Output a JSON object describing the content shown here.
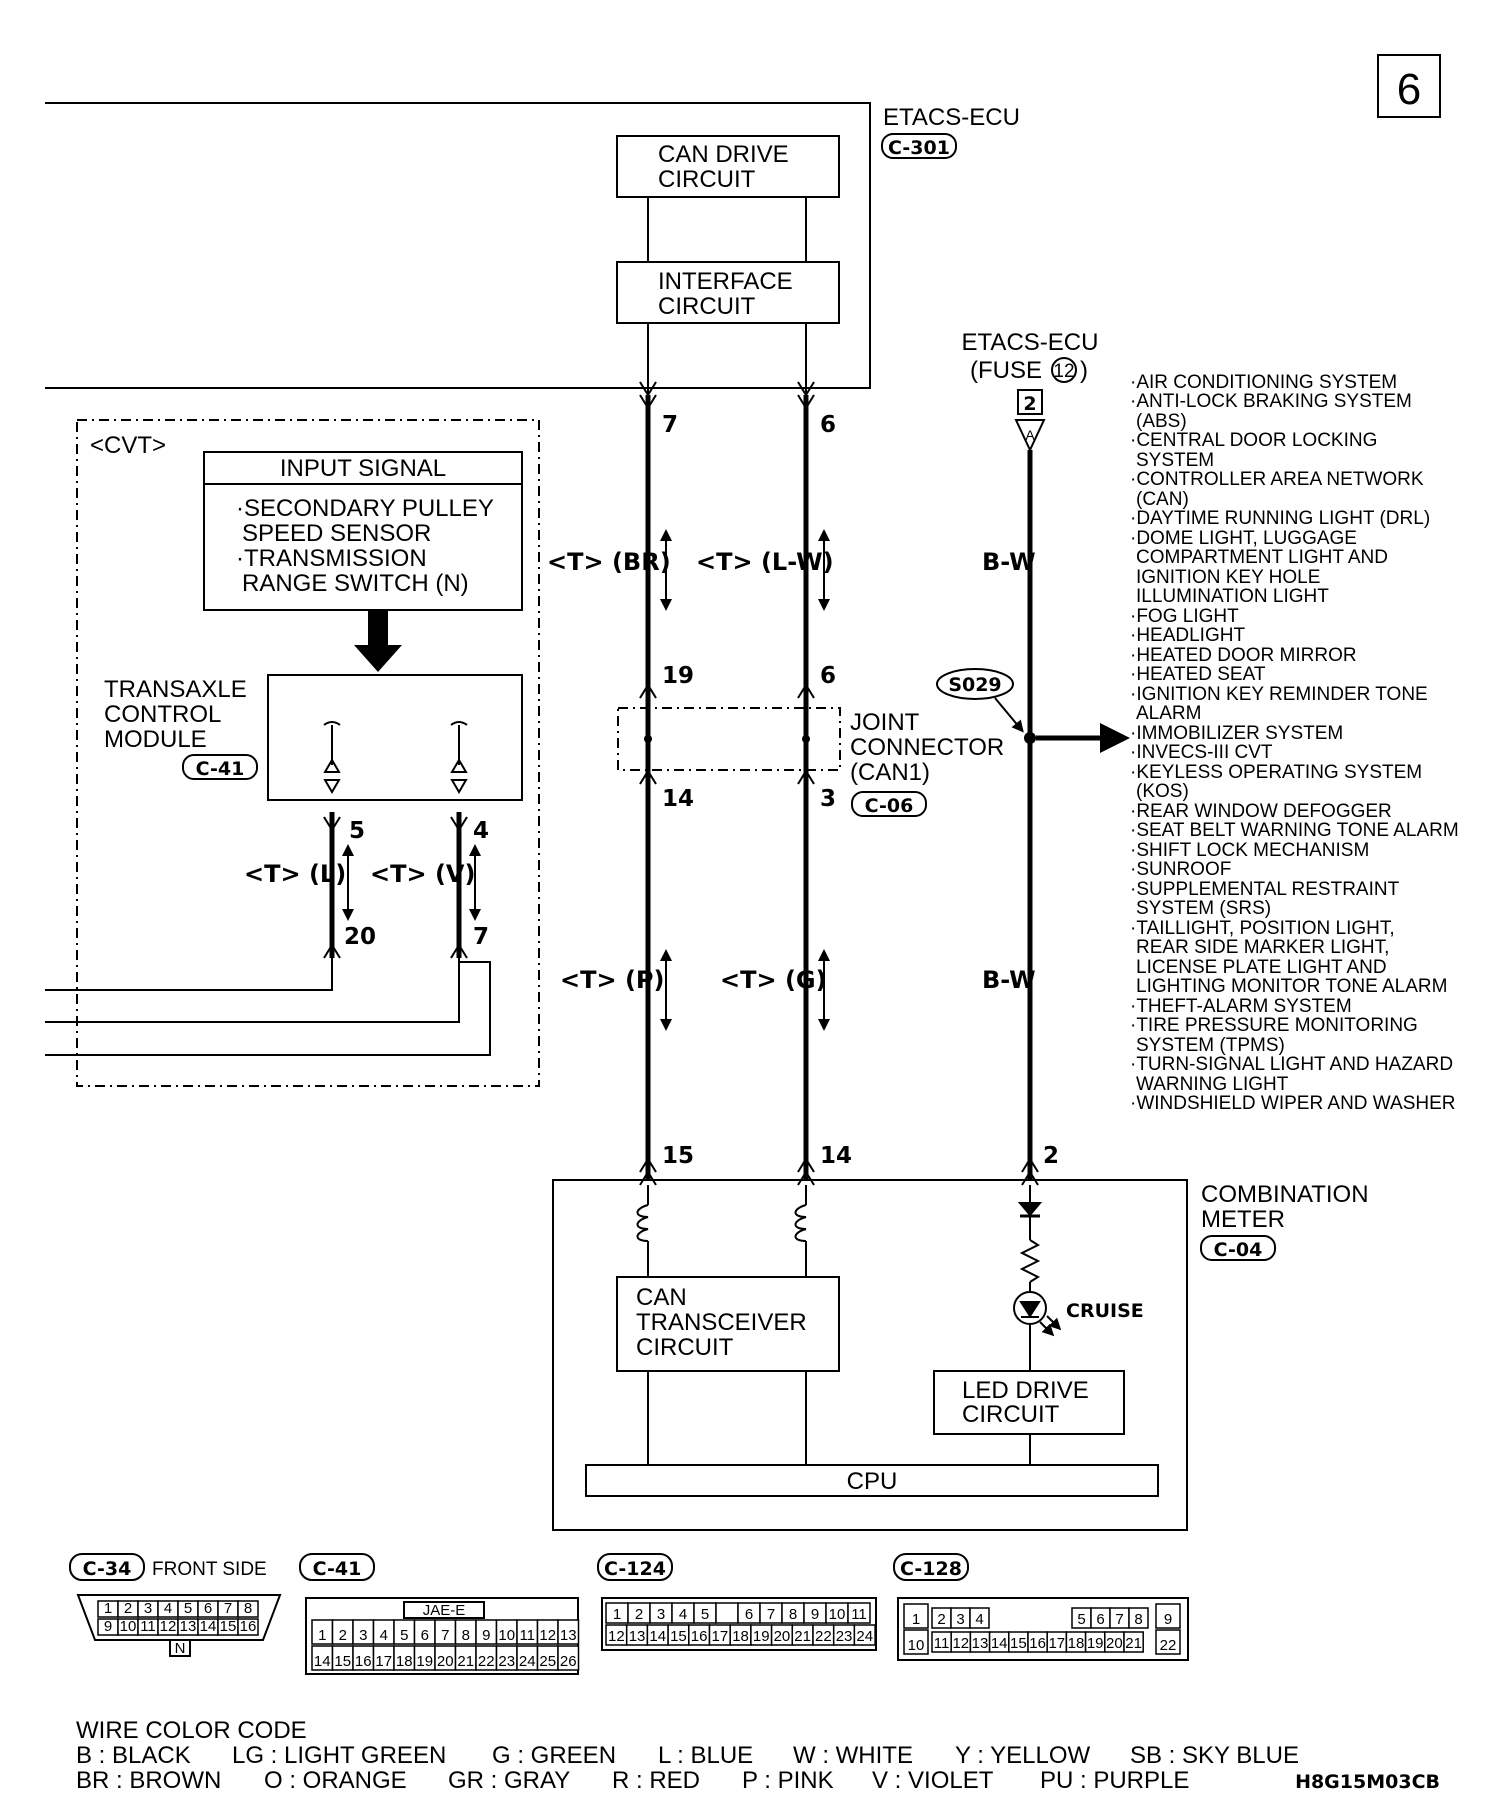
{
  "page_number": "6",
  "etacs_ecu": {
    "label": "ETACS-ECU",
    "connector": "C-301"
  },
  "can_drive_circuit": [
    "CAN DRIVE",
    "CIRCUIT"
  ],
  "interface_circuit": [
    "INTERFACE",
    "CIRCUIT"
  ],
  "fuse": {
    "label": "ETACS-ECU",
    "fuse_text": "(FUSE",
    "fuse_num": "12",
    "close": ")",
    "terminal": "2",
    "connector_letter": "A"
  },
  "cvt": {
    "label": "<CVT>",
    "input_signal": "INPUT SIGNAL",
    "signals": [
      "·SECONDARY PULLEY",
      "SPEED SENSOR",
      "·TRANSMISSION",
      "RANGE SWITCH (N)"
    ],
    "module": [
      "TRANSAXLE",
      "CONTROL",
      "MODULE"
    ],
    "module_connector": "C-41"
  },
  "pins": {
    "etacs_left": "7",
    "etacs_right": "6",
    "jc_top_left": "19",
    "jc_top_right": "6",
    "jc_bot_left": "14",
    "jc_bot_right": "3",
    "tcm_left": "5",
    "tcm_right": "4",
    "tcm_bot_left": "20",
    "tcm_bot_right": "7",
    "meter_left": "15",
    "meter_mid": "14",
    "meter_right": "2"
  },
  "wire_labels": {
    "upper_left": "<T> (BR)",
    "upper_right": "<T> (L-W)",
    "lower_left": "<T> (P)",
    "lower_right": "<T> (G)",
    "tcm_left": "<T> (L)",
    "tcm_right": "<T> (V)",
    "bw_upper": "B-W",
    "bw_lower": "B-W"
  },
  "joint_connector": {
    "lines": [
      "JOINT",
      "CONNECTOR",
      "(CAN1)"
    ],
    "connector": "C-06"
  },
  "splice": "S029",
  "systems": [
    "·AIR CONDITIONING SYSTEM",
    "·ANTI-LOCK BRAKING SYSTEM",
    "(ABS)",
    "·CENTRAL DOOR LOCKING",
    "SYSTEM",
    "·CONTROLLER AREA NETWORK",
    "(CAN)",
    "·DAYTIME RUNNING LIGHT (DRL)",
    "·DOME LIGHT, LUGGAGE",
    "COMPARTMENT LIGHT AND",
    "IGNITION KEY HOLE",
    "ILLUMINATION LIGHT",
    "·FOG LIGHT",
    "·HEADLIGHT",
    "·HEATED DOOR MIRROR",
    "·HEATED SEAT",
    "·IGNITION KEY REMINDER TONE",
    "ALARM",
    "·IMMOBILIZER SYSTEM",
    "·INVECS-III CVT",
    "·KEYLESS OPERATING SYSTEM",
    "(KOS)",
    "·REAR WINDOW DEFOGGER",
    "·SEAT BELT WARNING TONE ALARM",
    "·SHIFT LOCK MECHANISM",
    "·SUNROOF",
    "·SUPPLEMENTAL RESTRAINT",
    "SYSTEM (SRS)",
    "·TAILLIGHT, POSITION LIGHT,",
    "REAR SIDE MARKER LIGHT,",
    "LICENSE PLATE LIGHT AND",
    "LIGHTING MONITOR TONE ALARM",
    "·THEFT-ALARM SYSTEM",
    "·TIRE PRESSURE MONITORING",
    "SYSTEM (TPMS)",
    "·TURN-SIGNAL LIGHT AND HAZARD",
    "WARNING LIGHT",
    "·WINDSHIELD WIPER AND WASHER"
  ],
  "combination_meter": {
    "lines": [
      "COMBINATION",
      "METER"
    ],
    "connector": "C-04"
  },
  "can_transceiver": [
    "CAN",
    "TRANSCEIVER",
    "CIRCUIT"
  ],
  "cruise": "CRUISE",
  "led_drive": [
    "LED DRIVE",
    "CIRCUIT"
  ],
  "cpu": "CPU",
  "connectors": {
    "c34": {
      "id": "C-34",
      "note": "FRONT SIDE",
      "row1": [
        "1",
        "2",
        "3",
        "4",
        "5",
        "6",
        "7",
        "8"
      ],
      "row2": [
        "9",
        "10",
        "11",
        "12",
        "13",
        "14",
        "15",
        "16"
      ],
      "tab": "N"
    },
    "c41": {
      "id": "C-41",
      "key": "JAE-E",
      "row1": [
        "1",
        "2",
        "3",
        "4",
        "5",
        "6",
        "7",
        "8",
        "9",
        "10",
        "11",
        "12",
        "13"
      ],
      "row2": [
        "14",
        "15",
        "16",
        "17",
        "18",
        "19",
        "20",
        "21",
        "22",
        "23",
        "24",
        "25",
        "26"
      ]
    },
    "c124": {
      "id": "C-124",
      "row1": [
        "1",
        "2",
        "3",
        "4",
        "5",
        "",
        "6",
        "7",
        "8",
        "9",
        "10",
        "11"
      ],
      "row2": [
        "12",
        "13",
        "14",
        "15",
        "16",
        "17",
        "18",
        "19",
        "20",
        "21",
        "22",
        "23",
        "24"
      ]
    },
    "c128": {
      "id": "C-128",
      "row1_left": "1",
      "row1": [
        "2",
        "3",
        "4",
        "5",
        "6",
        "7",
        "8"
      ],
      "row1_right": "9",
      "row2_left": "10",
      "row2": [
        "11",
        "12",
        "13",
        "14",
        "15",
        "16",
        "17",
        "18",
        "19",
        "20",
        "21"
      ],
      "row2_right": "22"
    }
  },
  "wire_color_code": {
    "title": "WIRE COLOR CODE",
    "row1": [
      "B : BLACK",
      "LG : LIGHT GREEN",
      "G : GREEN",
      "L : BLUE",
      "W : WHITE",
      "Y : YELLOW",
      "SB : SKY BLUE"
    ],
    "row2": [
      "BR : BROWN",
      "O : ORANGE",
      "GR : GRAY",
      "R : RED",
      "P : PINK",
      "V : VIOLET",
      "PU : PURPLE"
    ]
  },
  "drawing_code": "H8G15M03CB"
}
